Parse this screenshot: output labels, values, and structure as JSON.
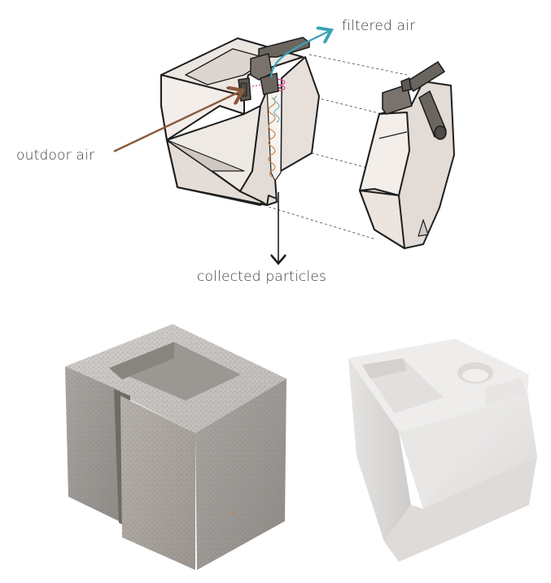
{
  "diagram": {
    "labels": {
      "filtered_air": "filtered air",
      "outdoor_air": "outdoor air",
      "collected_particles": "collected particles"
    },
    "colors": {
      "block_face_light": "#f3eeea",
      "block_face_mid": "#e2dbd6",
      "block_face_dark": "#cfc7c2",
      "outline": "#1e1e1e",
      "cap_dark": "#6b6560",
      "cap_mid": "#867f79",
      "outdoor_air_arrow": "#8a5a3c",
      "filtered_air_arrow": "#3aa3b8",
      "particle_flow_magenta": "#e0559a",
      "wave_orange": "#c8864a",
      "wave_teal": "#6bb3c4",
      "collected_arrow": "#1e1e1e",
      "dashed_guides": "#555555"
    },
    "top_illustration": {
      "assembled_block": "cutaway filter block with cyclone channel",
      "exploded_part": "separated half with cap and outlet tube"
    },
    "bottom_photos": {
      "left": "standard concrete masonry half-block",
      "right": "white 3D-printed filtering block prototype"
    }
  }
}
